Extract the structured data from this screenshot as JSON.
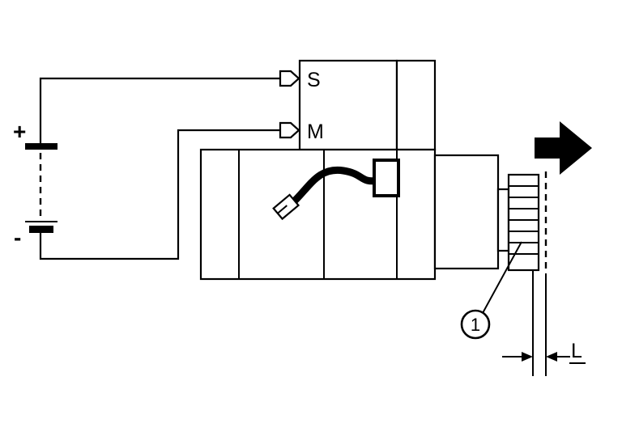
{
  "labels": {
    "terminal_s": "S",
    "terminal_m": "M",
    "battery_plus": "+",
    "battery_minus": "-",
    "callout_1": "1",
    "dimension": "L"
  },
  "colors": {
    "line": "#000000",
    "background": "#ffffff"
  }
}
